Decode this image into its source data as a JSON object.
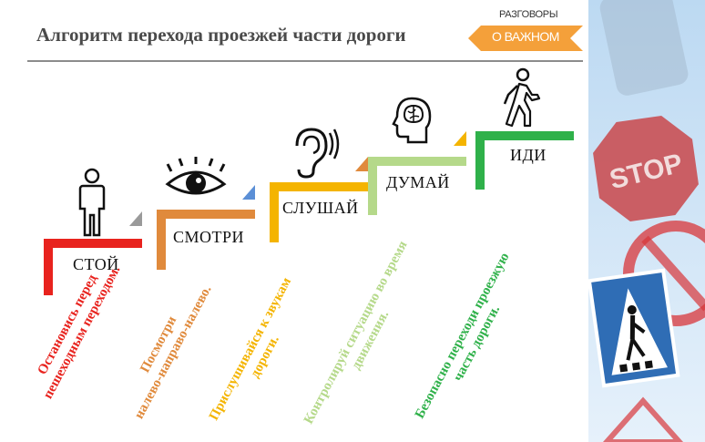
{
  "header": {
    "title": "Алгоритм перехода проезжей части дороги",
    "badge_top": "РАЗГОВОРЫ",
    "badge_main": "О ВАЖНОМ"
  },
  "steps": [
    {
      "label": "СТОЙ",
      "color": "#e8231e",
      "icon": "standing-person-icon",
      "lines": [
        "Остановись перед",
        "пешеходным переходом."
      ]
    },
    {
      "label": "СМОТРИ",
      "color": "#e08a3c",
      "icon": "eye-icon",
      "lines": [
        "Посмотри",
        "налево-направо-налево."
      ]
    },
    {
      "label": "СЛУШАЙ",
      "color": "#f4b400",
      "icon": "ear-icon",
      "lines": [
        "Прислушивайся к звукам",
        "дороги."
      ]
    },
    {
      "label": "ДУМАЙ",
      "color": "#b5d98a",
      "icon": "brain-head-icon",
      "lines": [
        "Контролируй ситуацию во время",
        "движения."
      ]
    },
    {
      "label": "ИДИ",
      "color": "#2fb14a",
      "icon": "walking-person-icon",
      "lines": [
        "Безопасно переходи проезжую",
        "часть дороги."
      ]
    }
  ],
  "colors": {
    "badge": "#f4a03a",
    "title": "#4a4a4a",
    "corner_tri": "#9a9a9a"
  }
}
